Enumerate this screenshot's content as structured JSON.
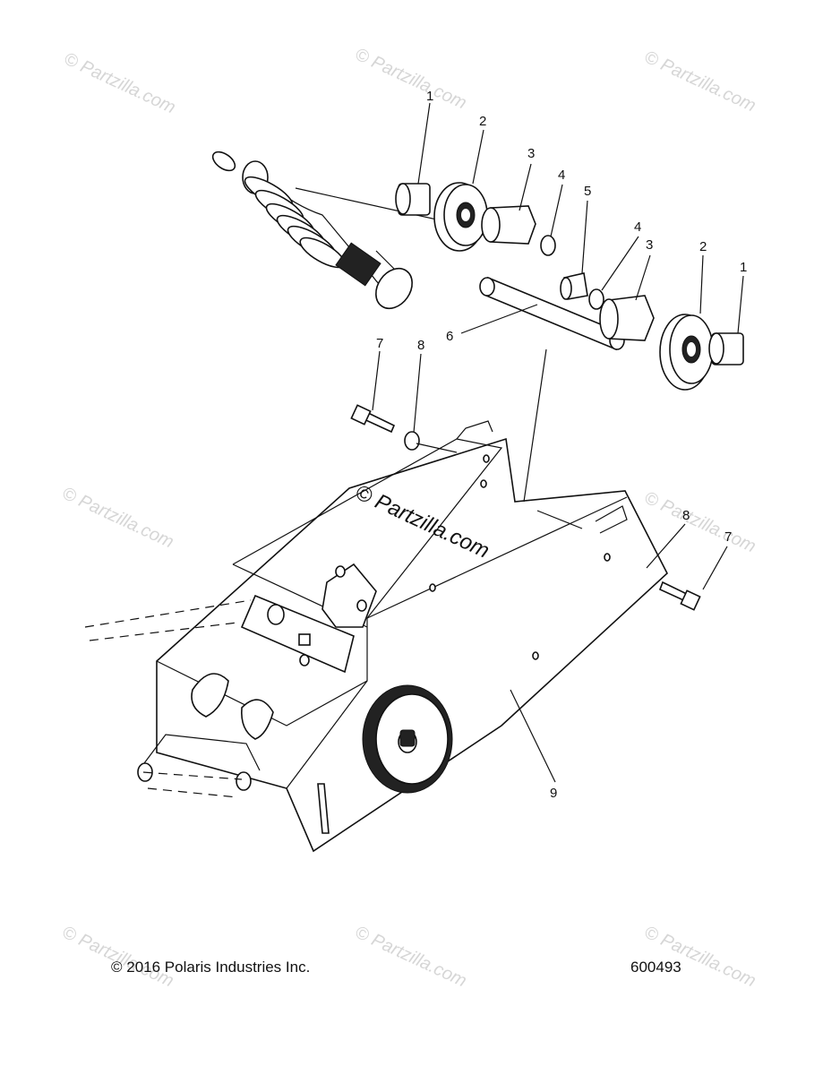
{
  "watermarks": {
    "text": "© Partzilla.com",
    "center_text": "© Partzilla.com"
  },
  "callouts": [
    {
      "id": "1a",
      "label": "1"
    },
    {
      "id": "2a",
      "label": "2"
    },
    {
      "id": "3a",
      "label": "3"
    },
    {
      "id": "4a",
      "label": "4"
    },
    {
      "id": "5a",
      "label": "5"
    },
    {
      "id": "4b",
      "label": "4"
    },
    {
      "id": "3b",
      "label": "3"
    },
    {
      "id": "2b",
      "label": "2"
    },
    {
      "id": "1b",
      "label": "1"
    },
    {
      "id": "6a",
      "label": "6"
    },
    {
      "id": "7a",
      "label": "7"
    },
    {
      "id": "8a",
      "label": "8"
    },
    {
      "id": "8b",
      "label": "8"
    },
    {
      "id": "7b",
      "label": "7"
    },
    {
      "id": "9a",
      "label": "9"
    }
  ],
  "footer": {
    "copyright": "© 2016 Polaris Industries Inc.",
    "diagram_id": "600493"
  }
}
